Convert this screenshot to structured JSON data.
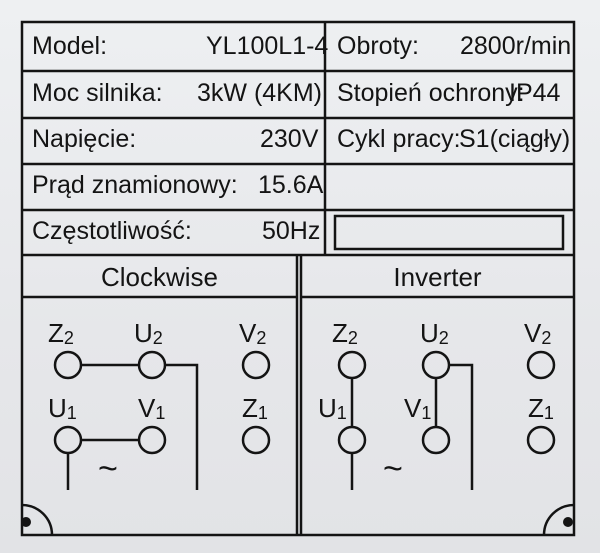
{
  "specs": {
    "model_label": "Model:",
    "model_value": "YL100L1-4",
    "speed_label": "Obroty:",
    "speed_value": "2800r/min",
    "power_label": "Moc silnika:",
    "power_value": "3kW (4KM)",
    "protection_label": "Stopień ochrony:",
    "protection_value": "IP44",
    "voltage_label": "Napięcie:",
    "voltage_value": "230V",
    "duty_label": "Cykl pracy:",
    "duty_value": "S1(ciągły)",
    "current_label": "Prąd znamionowy:",
    "current_value": "15.6A",
    "frequency_label": "Częstotliwość:",
    "frequency_value": "50Hz"
  },
  "wiring": {
    "clockwise_title": "Clockwise",
    "inverter_title": "Inverter",
    "terminals": {
      "z": "Z",
      "u": "U",
      "v": "V",
      "sub2": "2",
      "sub1": "1"
    },
    "ac_symbol": "~"
  },
  "colors": {
    "ink": "#141414",
    "plate": "#e9eaec"
  }
}
